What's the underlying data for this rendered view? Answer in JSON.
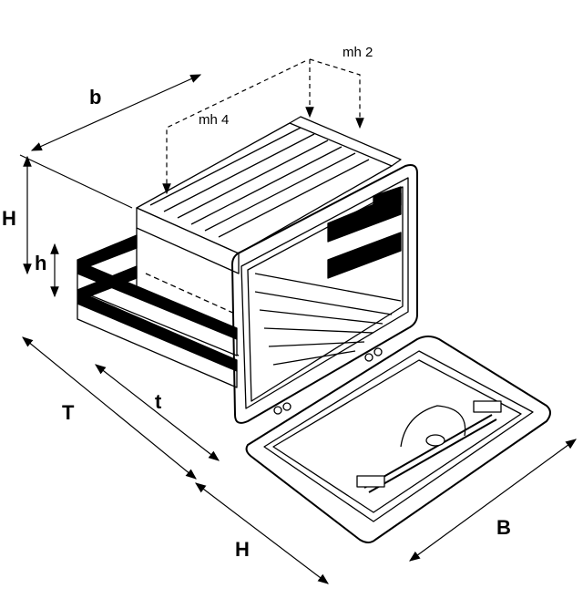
{
  "labels": {
    "b": "b",
    "mh2": "mh 2",
    "mh4": "mh 4",
    "H_height": "H",
    "h_drawer": "h",
    "T_depth": "T",
    "t_inner_depth": "t",
    "H_door": "H",
    "B_width": "B"
  }
}
